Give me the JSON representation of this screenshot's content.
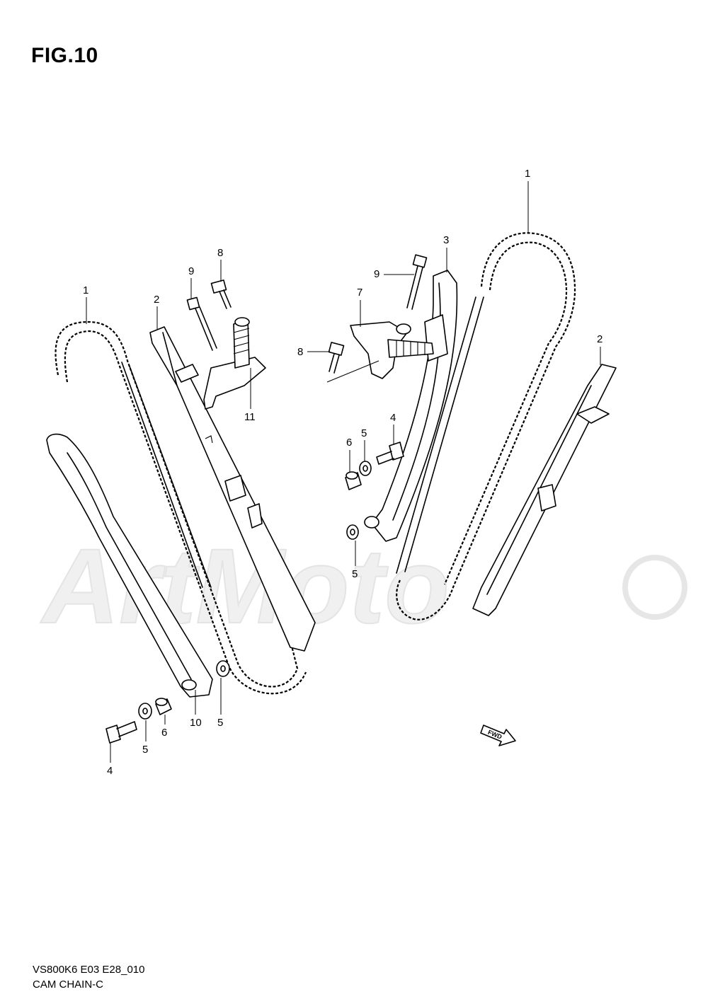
{
  "figure": {
    "title": "FIG.10"
  },
  "caption": {
    "model_code": "VS800K6 E03 E28_010",
    "name": "CAM CHAIN-C"
  },
  "fwd_marker": "FWD",
  "watermark": "ArtMoto",
  "callouts": {
    "l_chain": "1",
    "l_guide": "2",
    "l_bolt9": "9",
    "l_bolt8": "8",
    "l_tensioner": "11",
    "l_guide_bolt": "10",
    "l_washer5a": "5",
    "l_bolt4": "4",
    "l_washer5b": "5",
    "l_spacer6": "6",
    "r_chain": "1",
    "r_guide3": "3",
    "r_bolt9": "9",
    "r_adjuster7": "7",
    "r_bolt8": "8",
    "r_bolt4": "4",
    "r_washer5": "5",
    "r_spacer6": "6",
    "r_washer5b": "5",
    "r_guide2": "2"
  }
}
